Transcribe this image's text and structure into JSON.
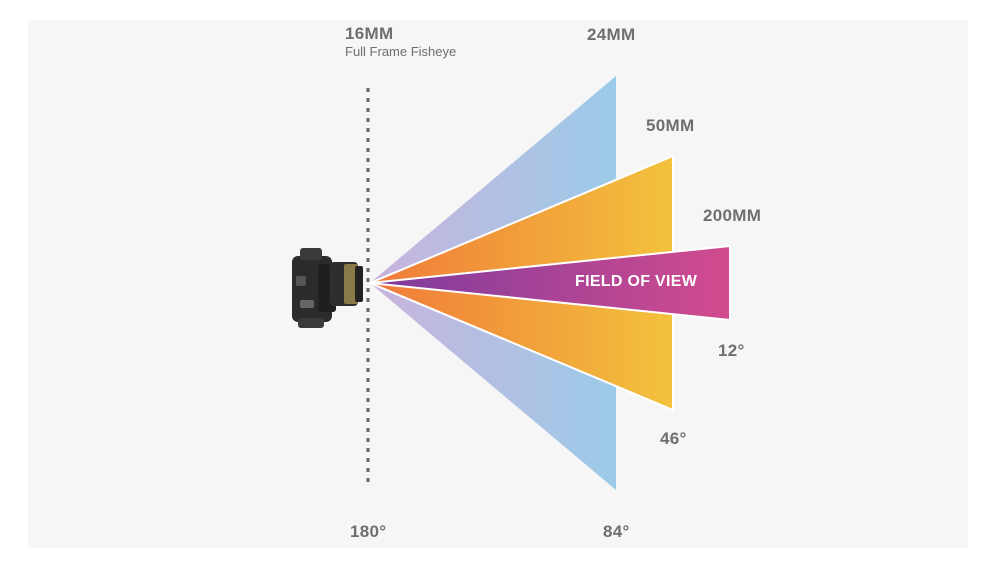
{
  "lenses": [
    {
      "focal_length": "16MM",
      "description": "Full Frame Fisheye",
      "angle": "180°"
    },
    {
      "focal_length": "24MM",
      "angle": "84°",
      "color_top": "#9ccbe9",
      "color_apex": "#c0b0d8"
    },
    {
      "focal_length": "50MM",
      "angle": "46°",
      "color_far": "#f3c23c",
      "color_apex": "#f07a3a"
    },
    {
      "focal_length": "200MM",
      "angle": "12°",
      "color_far": "#d24b8e",
      "color_apex": "#8a3a9c"
    }
  ],
  "center_label": "FIELD OF VIEW",
  "colors": {
    "panel_bg": "#f6f6f6",
    "label_text": "#6f6f6f",
    "dotted_line": "#666666",
    "camera_body": "#2a2a2a"
  },
  "icons": {
    "camera": "camera-icon"
  }
}
